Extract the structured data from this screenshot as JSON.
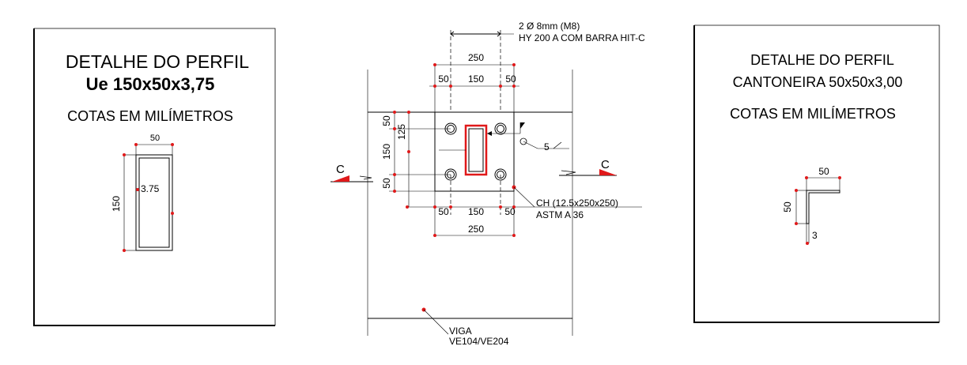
{
  "left_panel": {
    "title": "DETALHE DO PERFIL",
    "profile": "Ue 150x50x3,75",
    "units": "COTAS EM MILÍMETROS",
    "dim_width": "50",
    "dim_height": "150",
    "dim_thickness": "3.75"
  },
  "center": {
    "anchor_line1": "2 Ø 8mm (M8)",
    "anchor_line2": "HY 200 A COM BARRA HIT-C",
    "top_overall": "250",
    "top_left": "50",
    "top_mid": "150",
    "top_right": "50",
    "bottom_left": "50",
    "bottom_mid": "150",
    "bottom_right": "50",
    "bottom_overall": "250",
    "v_top": "50",
    "v_125": "125",
    "v_mid": "150",
    "v_bottom": "50",
    "weld": "5",
    "section_left": "C",
    "section_right": "C",
    "plate_line1": "CH (12.5x250x250)",
    "plate_line2": "ASTM A 36",
    "beam_line1": "VIGA",
    "beam_line2": "VE104/VE204"
  },
  "right_panel": {
    "title": "DETALHE DO PERFIL",
    "profile": "CANTONEIRA 50x50x3,00",
    "units": "COTAS EM MILÍMETROS",
    "dim_width": "50",
    "dim_height": "50",
    "dim_thickness": "3"
  },
  "colors": {
    "accent": "#e0191a",
    "line": "#000000"
  }
}
